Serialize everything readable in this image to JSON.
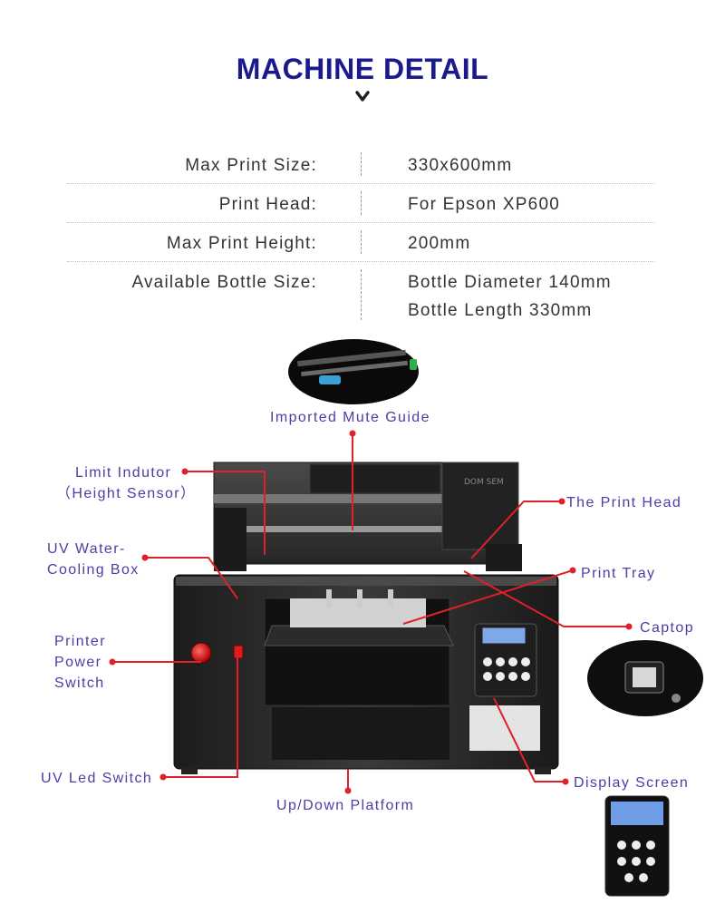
{
  "header": {
    "title": "MACHINE DETAIL",
    "chevron_icon": "chevron-down-icon"
  },
  "specs": [
    {
      "key": "Max Print Size:",
      "values": [
        "330x600mm"
      ]
    },
    {
      "key": "Print Head:",
      "values": [
        "For Epson XP600"
      ]
    },
    {
      "key": "Max Print Height:",
      "values": [
        "200mm"
      ]
    },
    {
      "key": "Available Bottle Size:",
      "values": [
        "Bottle Diameter 140mm",
        "Bottle Length 330mm"
      ]
    }
  ],
  "callouts": {
    "guide": "Imported Mute Guide",
    "limit_line1": "Limit Indutor",
    "limit_line2": "（Height Sensor）",
    "uv_water_line1": "UV Water-",
    "uv_water_line2": "Cooling Box",
    "power_line1": "Printer",
    "power_line2": "Power",
    "power_line3": "Switch",
    "uv_led": "UV Led Switch",
    "platform": "Up/Down Platform",
    "print_head": "The Print Head",
    "print_tray": "Print Tray",
    "captop": "Captop",
    "display": "Display Screen"
  },
  "machine": {
    "head_brand": "DOM SEM"
  },
  "colors": {
    "title": "#1a1a8c",
    "label": "#4a3fa6",
    "leader": "#e0202a",
    "machine_body": "#2a2a2a"
  }
}
